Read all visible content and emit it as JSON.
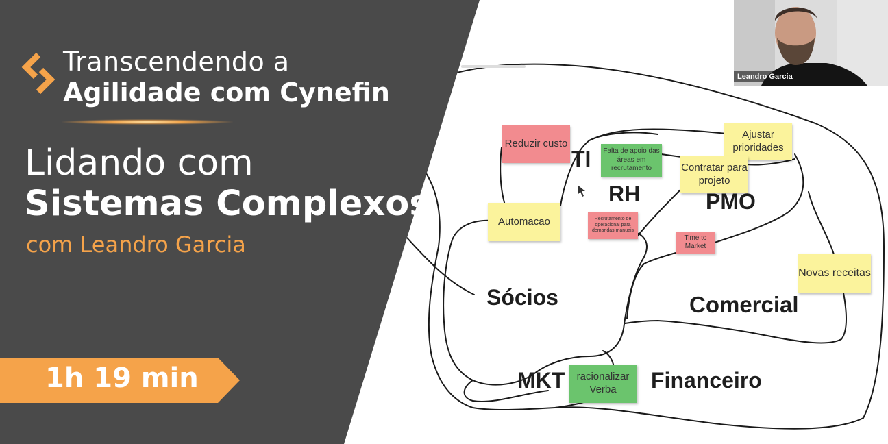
{
  "header": {
    "line1": "Transcendendo a",
    "line2": "Agilidade com Cynefin"
  },
  "talk": {
    "title_line1": "Lidando com",
    "title_line2": "Sistemas Complexos",
    "author": "com Leandro Garcia"
  },
  "duration": "1h 19 min",
  "colors": {
    "dark_panel": "#4a4a4a",
    "accent": "#f5a34a",
    "note_pink": "#f28b8f",
    "note_yellow": "#fbf39c",
    "note_green": "#6bc46d"
  },
  "board": {
    "labels": {
      "ti": "TI",
      "rh": "RH",
      "pmo": "PMO",
      "socios": "Sócios",
      "comercial": "Comercial",
      "mkt": "MKT",
      "financeiro": "Financeiro"
    },
    "notes": {
      "reduzir_custo": "Reduzir custo",
      "falta_apoio": "Falta de apoio das áreas em recrutamento",
      "ajustar_prioridades": "Ajustar prioridades",
      "contratar_projeto": "Contratar para projeto",
      "automacao": "Automacao",
      "recrutamento_operacional": "Recrutamento de operacional para demandas manuais",
      "time_to_market": "Time to Market",
      "novas_receitas": "Novas receitas",
      "racionalizar_verba": "racionalizar Verba"
    }
  },
  "video": {
    "participant_name": "Leandro Garcia"
  }
}
